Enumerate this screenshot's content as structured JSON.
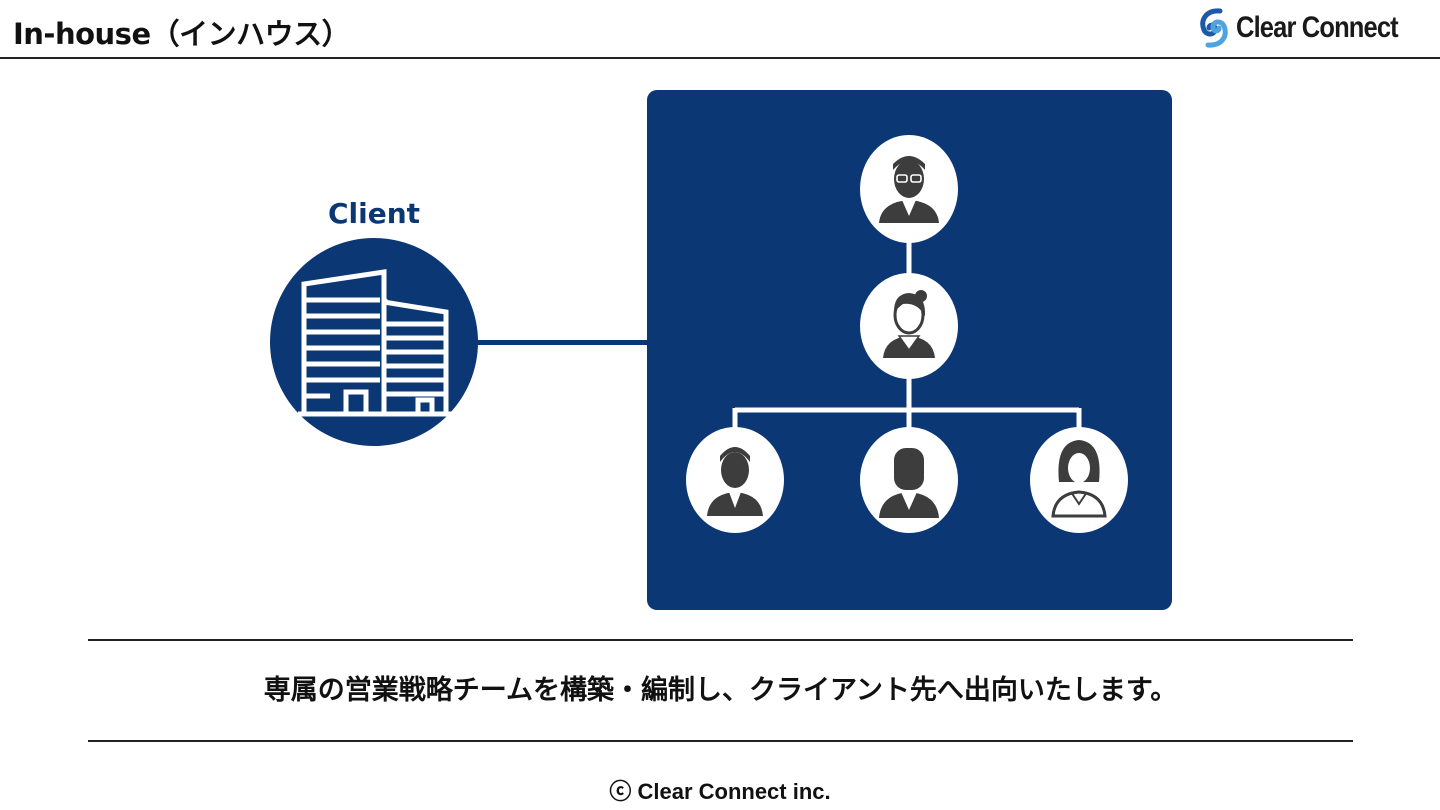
{
  "header": {
    "title": "In-house（インハウス）",
    "logo_text": "Clear Connect",
    "logo_icon": "swirl-logo-icon"
  },
  "diagram": {
    "client_label": "Client",
    "client_icon": "office-building-icon",
    "team": {
      "top": "manager-glasses-icon",
      "middle": "team-lead-woman-icon",
      "members": [
        "member-man-icon",
        "member-man-beard-icon",
        "member-woman-icon"
      ]
    }
  },
  "caption": "専属の営業戦略チームを構築・編制し、クライアント先へ出向いたします。",
  "footer": "ⓒ Clear Connect inc.",
  "colors": {
    "brand_navy": "#0b3775",
    "avatar_grey": "#3d3d3d",
    "text": "#111111"
  }
}
